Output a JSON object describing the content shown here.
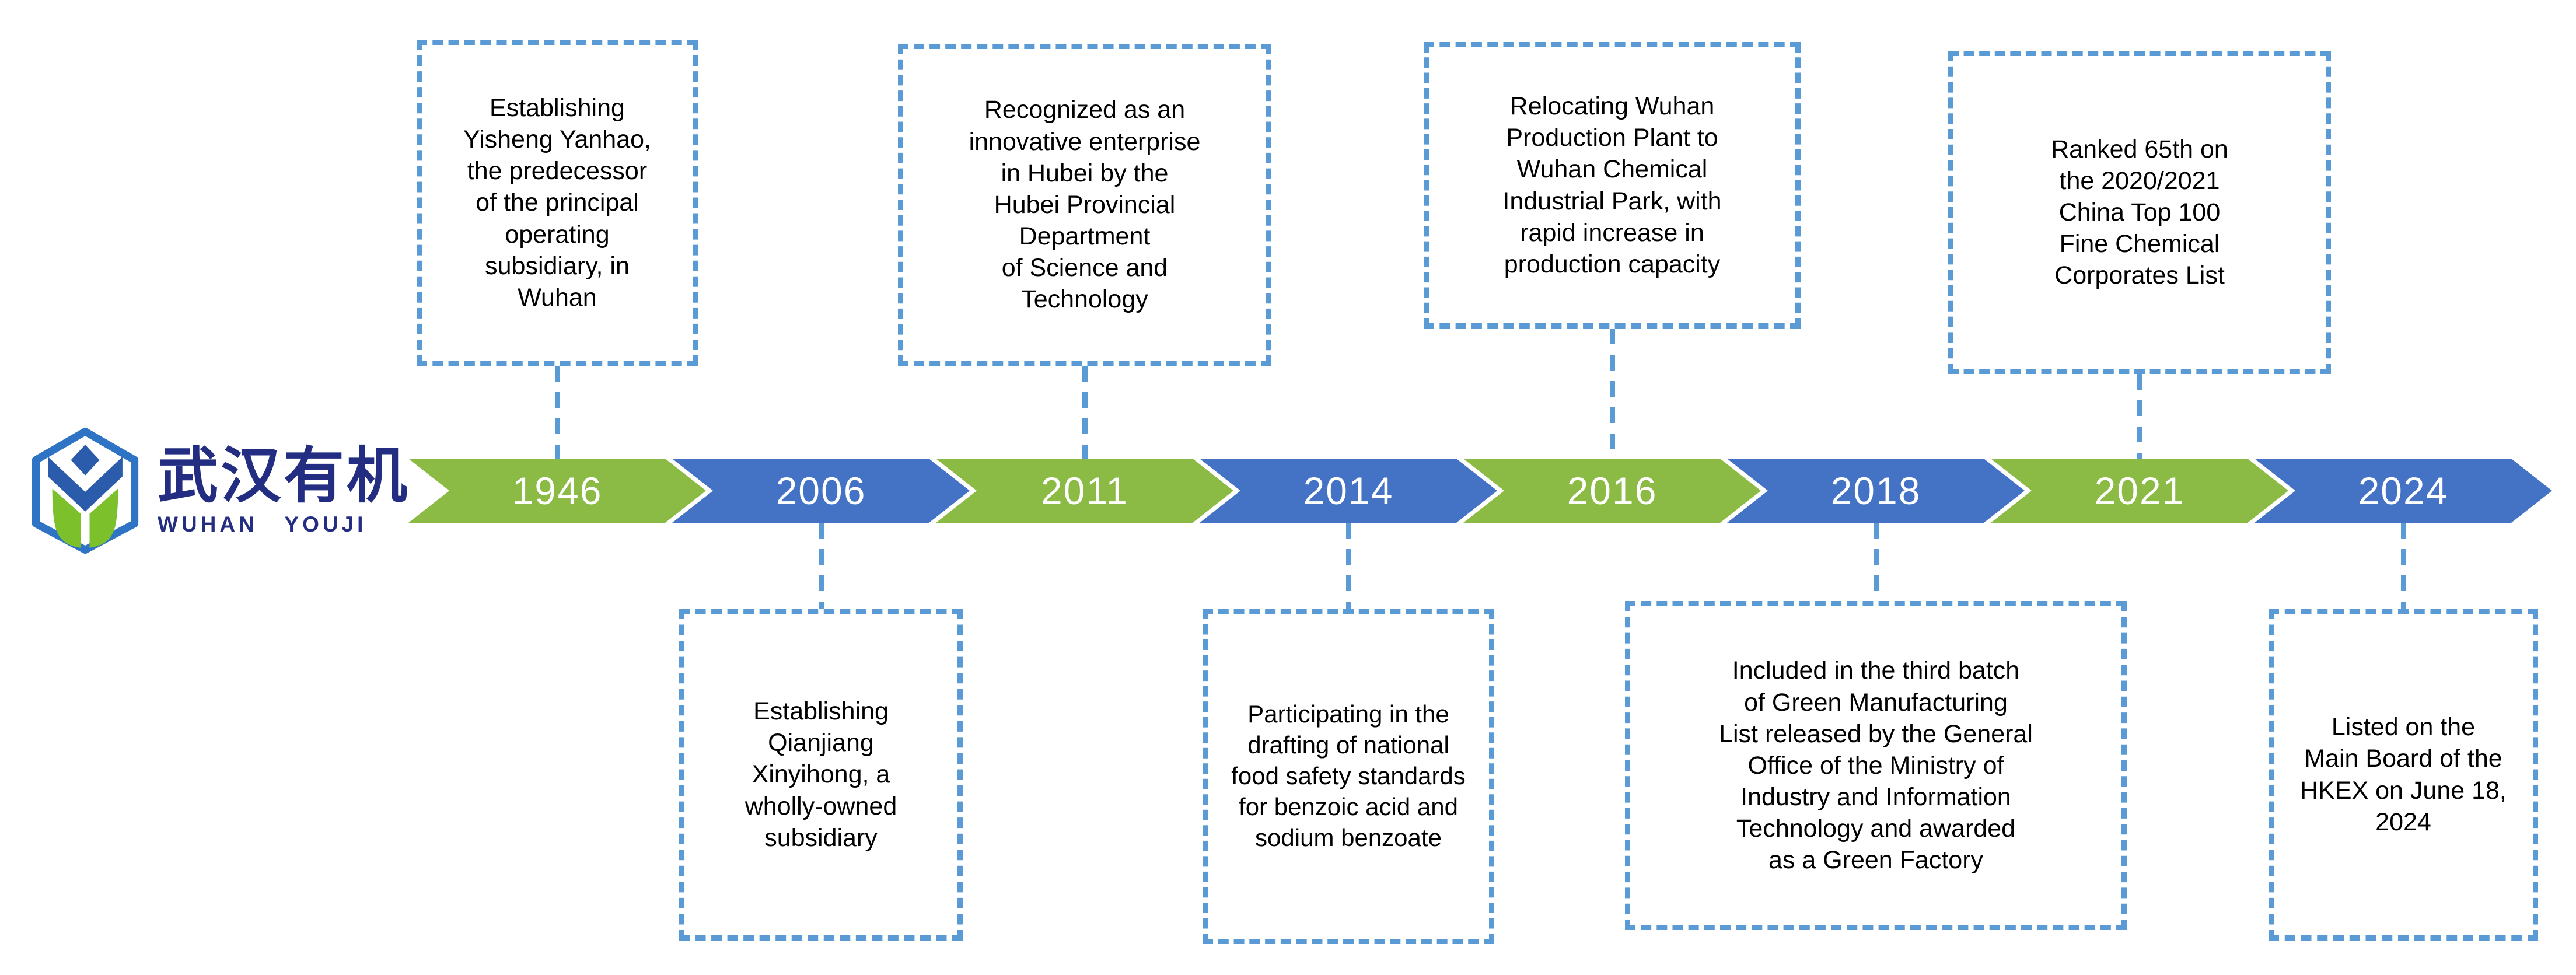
{
  "logo": {
    "chinese_name": "武汉有机",
    "english_name": "WUHAN YOUJI"
  },
  "colors": {
    "chevron_green": "#8CBB45",
    "chevron_blue": "#4472C4",
    "dashed_line_blue": "#5B9BD5",
    "year_text": "#FFFFFF",
    "logo_navy": "#232E82",
    "logo_hexagon_blue": "#2E73C4",
    "logo_leaf_green": "#7CC12C",
    "event_text": "#000000"
  },
  "timeline": {
    "items": [
      {
        "year": "1946",
        "position": "top",
        "description": "Establishing\nYisheng Yanhao,\nthe predecessor\nof the principal\noperating\nsubsidiary, in\nWuhan"
      },
      {
        "year": "2006",
        "position": "bottom",
        "description": "Establishing\nQianjiang\nXinyihong, a\nwholly-owned\nsubsidiary"
      },
      {
        "year": "2011",
        "position": "top",
        "description": "Recognized as an\ninnovative enterprise\nin Hubei by the\nHubei Provincial\nDepartment\nof Science and\nTechnology"
      },
      {
        "year": "2014",
        "position": "bottom",
        "description": "Participating in the\ndrafting of national\nfood safety standards\nfor benzoic acid and\nsodium benzoate"
      },
      {
        "year": "2016",
        "position": "top",
        "description": "Relocating Wuhan\nProduction Plant to\nWuhan Chemical\nIndustrial Park, with\nrapid increase in\nproduction capacity"
      },
      {
        "year": "2018",
        "position": "bottom",
        "description": "Included in the third batch\nof Green Manufacturing\nList released by the General\nOffice of the Ministry of\nIndustry and Information\nTechnology and awarded\nas a Green Factory"
      },
      {
        "year": "2021",
        "position": "top",
        "description": "Ranked 65th on\nthe 2020/2021\nChina Top 100\nFine Chemical\nCorporates List"
      },
      {
        "year": "2024",
        "position": "bottom",
        "description": "Listed on the\nMain Board of the\nHKEX on June 18,\n2024"
      }
    ]
  }
}
